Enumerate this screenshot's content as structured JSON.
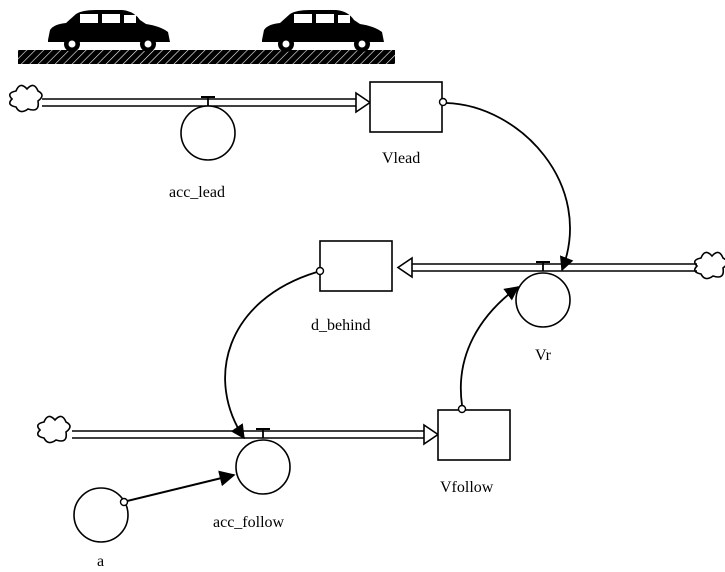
{
  "labels": {
    "vlead": "Vlead",
    "acc_lead": "acc_lead",
    "d_behind": "d_behind",
    "vr": "Vr",
    "vfollow": "Vfollow",
    "acc_follow": "acc_follow",
    "a": "a"
  },
  "colors": {
    "ink": "#000000",
    "background": "#ffffff"
  },
  "icons": [
    "car-icon",
    "road-icon",
    "cloud-icon",
    "stock-box",
    "converter-circle",
    "valve-icon"
  ]
}
